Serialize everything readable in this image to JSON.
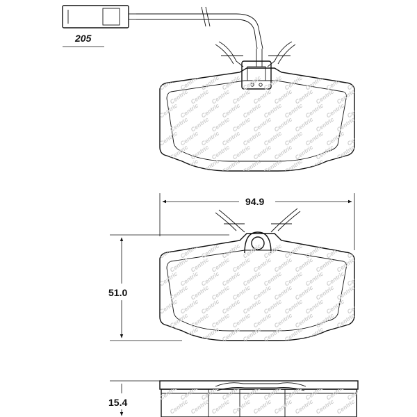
{
  "part_number": "205",
  "dimensions": {
    "width": "94.9",
    "height": "51.0",
    "thickness": "15.4"
  },
  "watermark_text": "Centric",
  "colors": {
    "line": "#111111",
    "watermark": "#cfcfcf",
    "background": "#ffffff"
  }
}
